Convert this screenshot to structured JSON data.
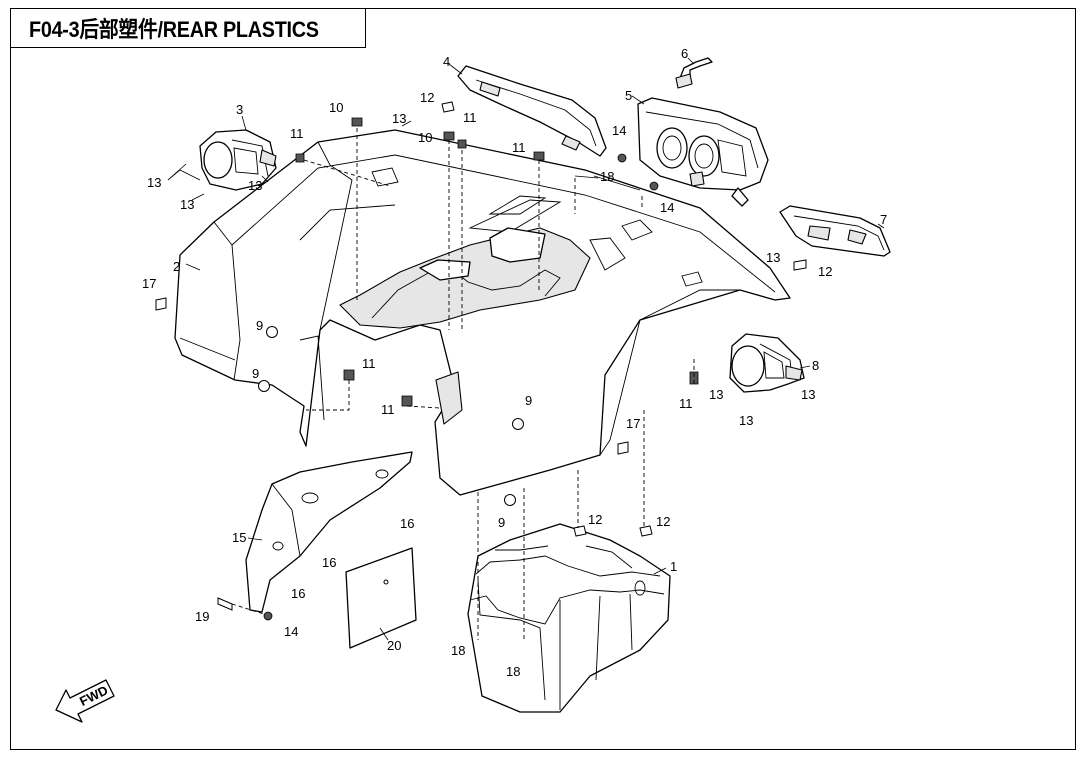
{
  "title": "F04-3后部塑件/REAR PLASTICS",
  "fwd_label": "FWD",
  "callouts": [
    "1",
    "2",
    "3",
    "4",
    "5",
    "6",
    "7",
    "8",
    "9",
    "10",
    "11",
    "12",
    "13",
    "14",
    "15",
    "16",
    "17",
    "18",
    "19",
    "20"
  ]
}
